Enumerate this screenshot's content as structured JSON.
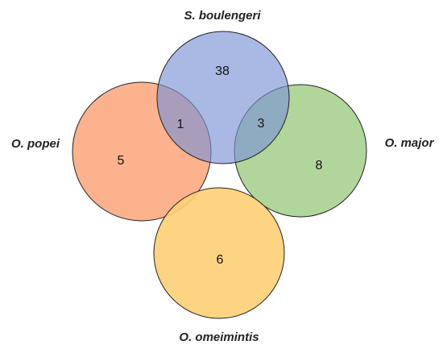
{
  "sets": {
    "s_boulengeri": {
      "name": "S. boulengeri",
      "color": "#7b93d6"
    },
    "o_popei": {
      "name": "O. popei",
      "color": "#fb9f6f"
    },
    "o_major": {
      "name": "O. major",
      "color": "#97c87a"
    },
    "o_omeimintis": {
      "name": "O. omeimintis",
      "color": "#fdcf74"
    }
  },
  "counts": {
    "s_boulengeri_only": "38",
    "o_popei_only": "5",
    "o_major_only": "8",
    "o_omeimintis_only": "6",
    "s_boulengeri_and_o_popei": "1",
    "s_boulengeri_and_o_major": "3"
  }
}
